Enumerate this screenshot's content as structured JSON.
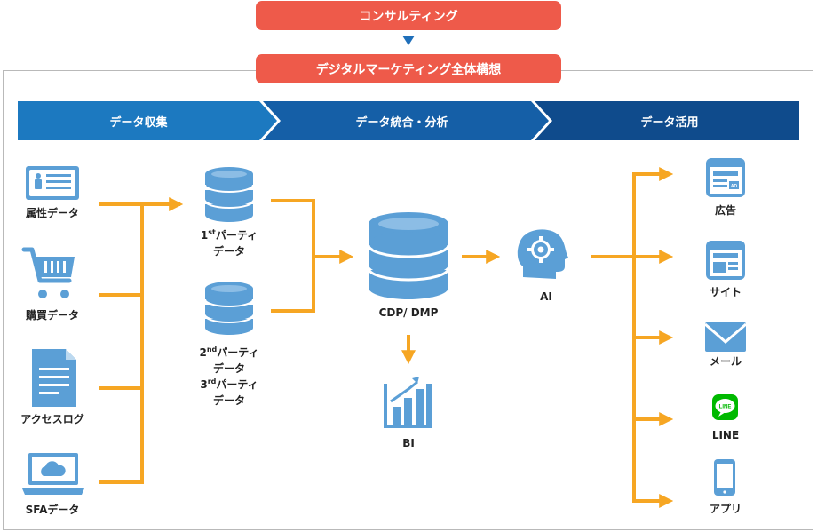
{
  "header": {
    "consulting": "コンサルティング",
    "concept": "デジタルマーケティング全体構想"
  },
  "phases": [
    {
      "label": "データ収集"
    },
    {
      "label": "データ統合・分析"
    },
    {
      "label": "データ活用"
    }
  ],
  "sources": [
    {
      "label": "属性データ",
      "icon": "id-card-icon"
    },
    {
      "label": "購買データ",
      "icon": "shopping-cart-icon"
    },
    {
      "label": "アクセスログ",
      "icon": "document-icon"
    },
    {
      "label": "SFAデータ",
      "icon": "laptop-cloud-icon"
    }
  ],
  "data_stores": {
    "first_party": {
      "ordinal": "1",
      "suffix": "st",
      "line1": "パーティ",
      "line2": "データ"
    },
    "second_third": {
      "second_ordinal": "2",
      "second_suffix": "nd",
      "second_line1": "パーティ",
      "second_line2": "データ",
      "third_ordinal": "3",
      "third_suffix": "rd",
      "third_line1": "パーティ",
      "third_line2": "データ"
    }
  },
  "cdp": {
    "label": "CDP/ DMP",
    "icon": "database-icon"
  },
  "bi": {
    "label": "BI",
    "icon": "bar-chart-icon"
  },
  "ai": {
    "label": "AI",
    "icon": "ai-head-icon"
  },
  "channels": [
    {
      "label": "広告",
      "icon": "ad-icon"
    },
    {
      "label": "サイト",
      "icon": "website-icon"
    },
    {
      "label": "メール",
      "icon": "mail-icon"
    },
    {
      "label": "LINE",
      "icon": "line-icon",
      "badge": "LINE"
    },
    {
      "label": "アプリ",
      "icon": "smartphone-icon"
    }
  ],
  "colors": {
    "accent": "#ee5a4a",
    "phase1": "#1c79c0",
    "phase2": "#155fa7",
    "phase3": "#0f4b8c",
    "icon_blue": "#5b9fd6",
    "arrow": "#f6a623",
    "line_green": "#00b900"
  }
}
